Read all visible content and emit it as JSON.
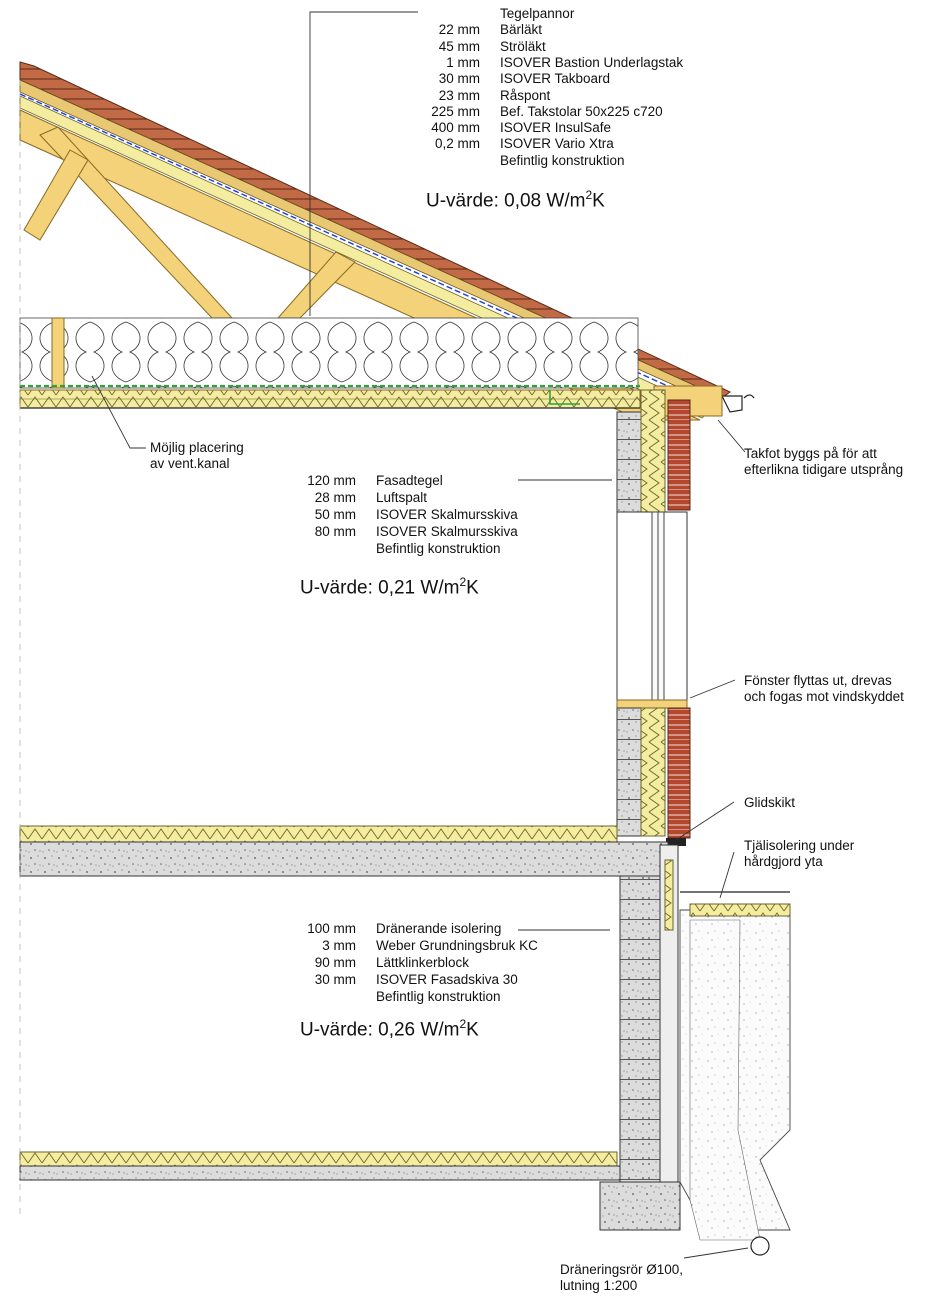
{
  "roof": {
    "layers": [
      {
        "thickness": "",
        "material": "Tegelpannor"
      },
      {
        "thickness": "22 mm",
        "material": "Bärläkt"
      },
      {
        "thickness": "45 mm",
        "material": "Ströläkt"
      },
      {
        "thickness": "1 mm",
        "material": "ISOVER Bastion Underlagstak"
      },
      {
        "thickness": "30 mm",
        "material": "ISOVER Takboard"
      },
      {
        "thickness": "23 mm",
        "material": "Råspont"
      },
      {
        "thickness": "225 mm",
        "material": "Bef. Takstolar 50x225 c720"
      },
      {
        "thickness": "400 mm",
        "material": "ISOVER InsulSafe"
      },
      {
        "thickness": "0,2 mm",
        "material": "ISOVER Vario Xtra"
      },
      {
        "thickness": "",
        "material": "Befintlig konstruktion"
      }
    ],
    "u_label": "U-värde: 0,08 W/m",
    "u_sup": "2",
    "u_unit_end": "K"
  },
  "wall": {
    "layers": [
      {
        "thickness": "120 mm",
        "material": "Fasadtegel"
      },
      {
        "thickness": "28 mm",
        "material": "Luftspalt"
      },
      {
        "thickness": "50 mm",
        "material": "ISOVER Skalmursskiva"
      },
      {
        "thickness": "80 mm",
        "material": "ISOVER Skalmursskiva"
      },
      {
        "thickness": "",
        "material": "Befintlig konstruktion"
      }
    ],
    "u_label": "U-värde: 0,21 W/m",
    "u_sup": "2",
    "u_unit_end": "K"
  },
  "basement": {
    "layers": [
      {
        "thickness": "100 mm",
        "material": "Dränerande isolering"
      },
      {
        "thickness": "3 mm",
        "material": "Weber Grundningsbruk KC"
      },
      {
        "thickness": "90 mm",
        "material": "Lättklinkerblock"
      },
      {
        "thickness": "30 mm",
        "material": "ISOVER Fasadskiva 30"
      },
      {
        "thickness": "",
        "material": "Befintlig konstruktion"
      }
    ],
    "u_label": "U-värde: 0,26 W/m",
    "u_sup": "2",
    "u_unit_end": "K"
  },
  "notes": {
    "vent_1": "Möjlig placering",
    "vent_2": "av vent.kanal",
    "eave_1": "Takfot byggs på för att",
    "eave_2": "efterlikna tidigare utsprång",
    "window_1": "Fönster flyttas ut, drevas",
    "window_2": "och fogas mot vindskyddet",
    "slide": "Glidskikt",
    "frost_1": "Tjälisolering under",
    "frost_2": "hårdgjord yta",
    "drain_1": "Dräneringsrör Ø100,",
    "drain_2": "lutning 1:200"
  },
  "colors": {
    "timber": "#f3d27a",
    "timber_edge": "#8a6a22",
    "insulation_yellow": "#f4ec9e",
    "brick": "#b8452e",
    "concrete": "#d9d9d9",
    "block": "#cfcfcf",
    "membrane_blue": "#1a3fd0",
    "vapor_green": "#2fa33a"
  }
}
